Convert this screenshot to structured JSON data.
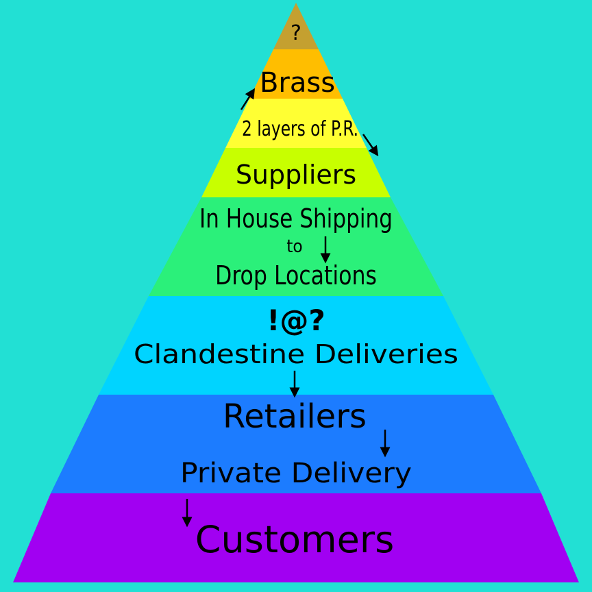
{
  "colors": {
    "background": "#22E0D4",
    "tier_top": "#C4A030",
    "tier_brass": "#FFBE00",
    "tier_pr": "#FFFF33",
    "tier_suppliers": "#C8FF00",
    "tier_shipping": "#2BF07A",
    "tier_clandestine": "#00D4FF",
    "tier_retailers": "#1C7CFF",
    "tier_customers": "#A100F2"
  },
  "tiers": {
    "top": {
      "label": "?"
    },
    "brass": {
      "label": "Brass"
    },
    "pr": {
      "label": "2 layers of P.R."
    },
    "suppliers": {
      "label": "Suppliers"
    },
    "shipping": {
      "line1": "In House Shipping",
      "line2": "to",
      "line3": "Drop Locations"
    },
    "clandestine": {
      "symbols": "!@?",
      "label": "Clandestine Deliveries"
    },
    "retailers": {
      "label": "Retailers",
      "sublabel": "Private Delivery"
    },
    "customers": {
      "label": "Customers"
    }
  }
}
